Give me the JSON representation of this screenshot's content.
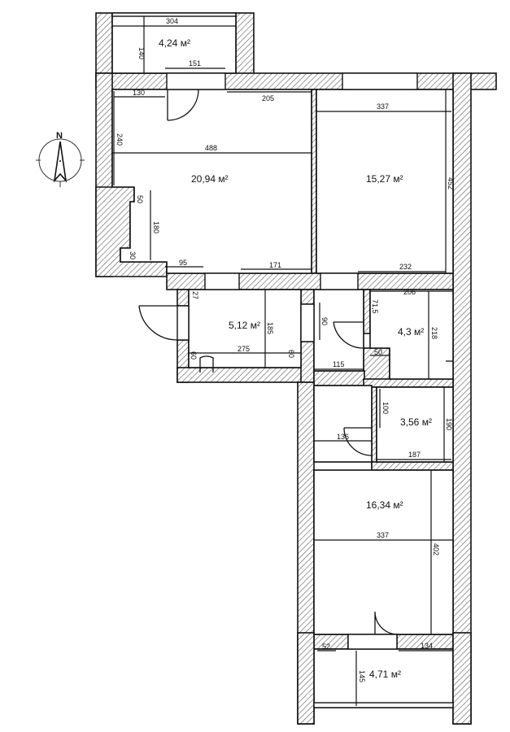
{
  "plan": {
    "type": "apartment floor plan",
    "unit_area": "м²",
    "unit_dimension": "cm",
    "compass": {
      "label": "N"
    },
    "rooms": [
      {
        "id": "balcony-top",
        "area": "4,24 м²",
        "dims": [
          "304",
          "140",
          "151"
        ]
      },
      {
        "id": "living-room",
        "area": "20,94 м²",
        "dims": [
          "130",
          "205",
          "240",
          "488",
          "50",
          "180",
          "30",
          "95",
          "171"
        ]
      },
      {
        "id": "bedroom-1",
        "area": "15,27 м²",
        "dims": [
          "337",
          "452",
          "232"
        ]
      },
      {
        "id": "kitchen-hall",
        "area": "5,12 м²",
        "dims": [
          "27",
          "185",
          "275",
          "60",
          "60"
        ]
      },
      {
        "id": "corridor",
        "area": "",
        "dims": [
          "90",
          "115"
        ]
      },
      {
        "id": "bathroom",
        "area": "4,3 м²",
        "dims": [
          "71,5",
          "206",
          "218",
          "50"
        ]
      },
      {
        "id": "wc",
        "area": "3,56 м²",
        "dims": [
          "100",
          "190",
          "187"
        ]
      },
      {
        "id": "hall-2",
        "area": "",
        "dims": [
          "136"
        ]
      },
      {
        "id": "bedroom-2",
        "area": "16,34 м²",
        "dims": [
          "337",
          "402"
        ]
      },
      {
        "id": "balcony-bottom",
        "area": "4,71 м²",
        "dims": [
          "52",
          "134",
          "145"
        ]
      }
    ]
  },
  "labels": {
    "a_balcony_top": "4,24 м²",
    "a_living": "20,94 м²",
    "a_bedroom1": "15,27 м²",
    "a_kitchen": "5,12 м²",
    "a_bath": "4,3 м²",
    "a_wc": "3,56 м²",
    "a_bedroom2": "16,34 м²",
    "a_balcony_bottom": "4,71 м²",
    "d_304": "304",
    "d_140": "140",
    "d_151": "151",
    "d_130": "130",
    "d_205": "205",
    "d_240": "240",
    "d_488": "488",
    "d_50a": "50",
    "d_180": "180",
    "d_30": "30",
    "d_95": "95",
    "d_171": "171",
    "d_337a": "337",
    "d_452": "452",
    "d_232": "232",
    "d_27": "27",
    "d_185": "185",
    "d_275": "275",
    "d_60a": "60",
    "d_60b": "60",
    "d_90": "90",
    "d_115": "115",
    "d_71_5": "71,5",
    "d_206": "206",
    "d_218": "218",
    "d_50b": "50",
    "d_100": "100",
    "d_190": "190",
    "d_187": "187",
    "d_136": "136",
    "d_337b": "337",
    "d_402": "402",
    "d_52": "52",
    "d_134": "134",
    "d_145": "145",
    "north": "N"
  },
  "colors": {
    "line": "#111111",
    "background": "#ffffff",
    "hatch": "#555555"
  }
}
